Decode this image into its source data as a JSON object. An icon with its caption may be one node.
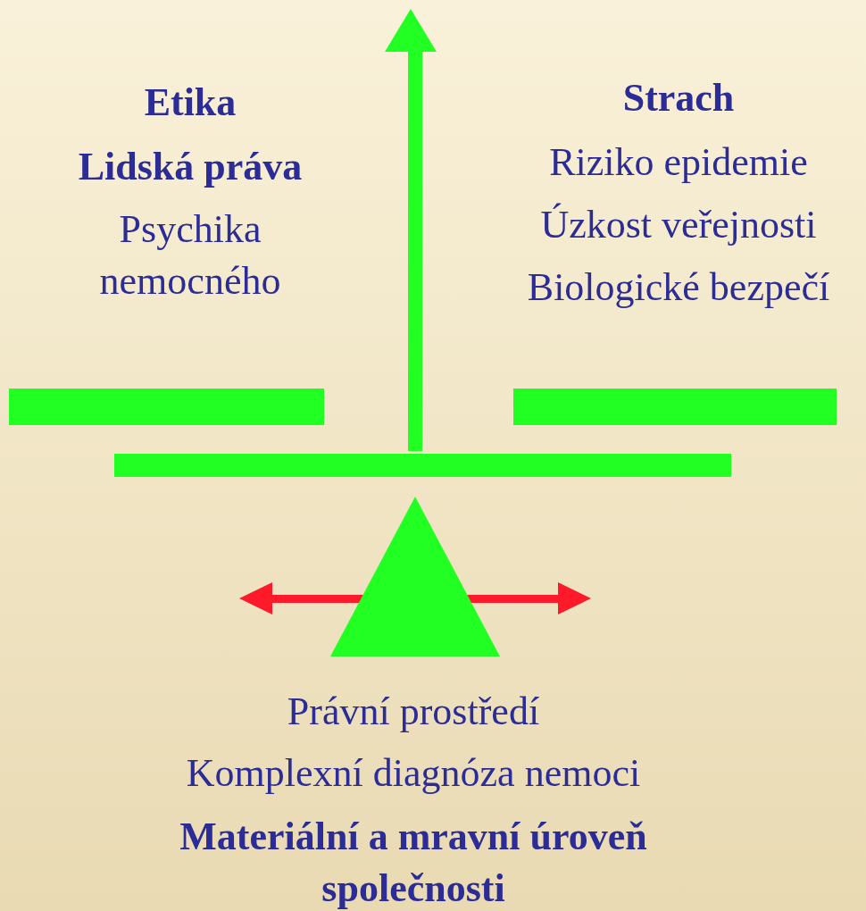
{
  "diagram": {
    "labels": [
      "Etika",
      "Lidská práva",
      "Psychika nemocného",
      "Strach",
      "Riziko epidemie",
      "Úzkost veřejnosti",
      "Biologické bezpečí",
      "Právní prostředí",
      "Komplexní diagnóza nemoci",
      "Materiální a mravní úroveň společnosti"
    ]
  }
}
